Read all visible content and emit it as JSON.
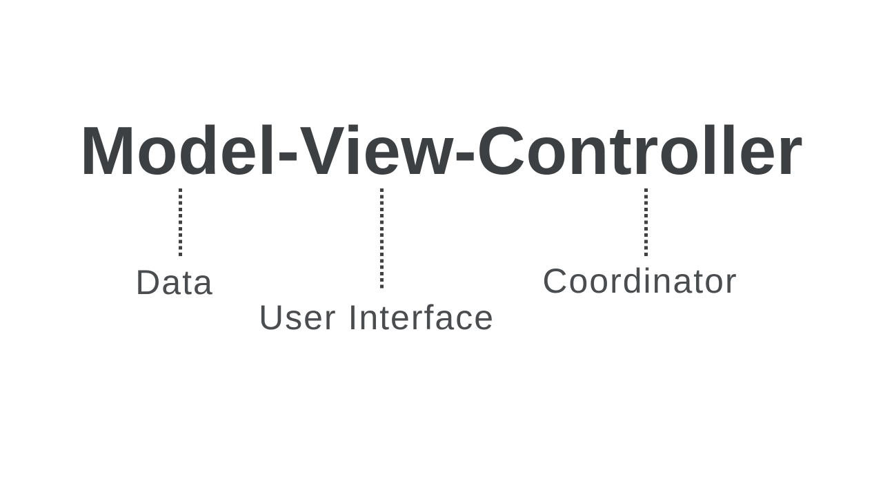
{
  "page": {
    "background": "#ffffff",
    "title_color": "#3d4043",
    "label_color": "#4a4d50",
    "line_color": "#3f4245"
  },
  "diagram": {
    "title": "Model-View-Controller",
    "annotations": [
      {
        "component": "Model",
        "label": "Data"
      },
      {
        "component": "View",
        "label": "User Interface"
      },
      {
        "component": "Controller",
        "label": "Coordinator"
      }
    ]
  }
}
